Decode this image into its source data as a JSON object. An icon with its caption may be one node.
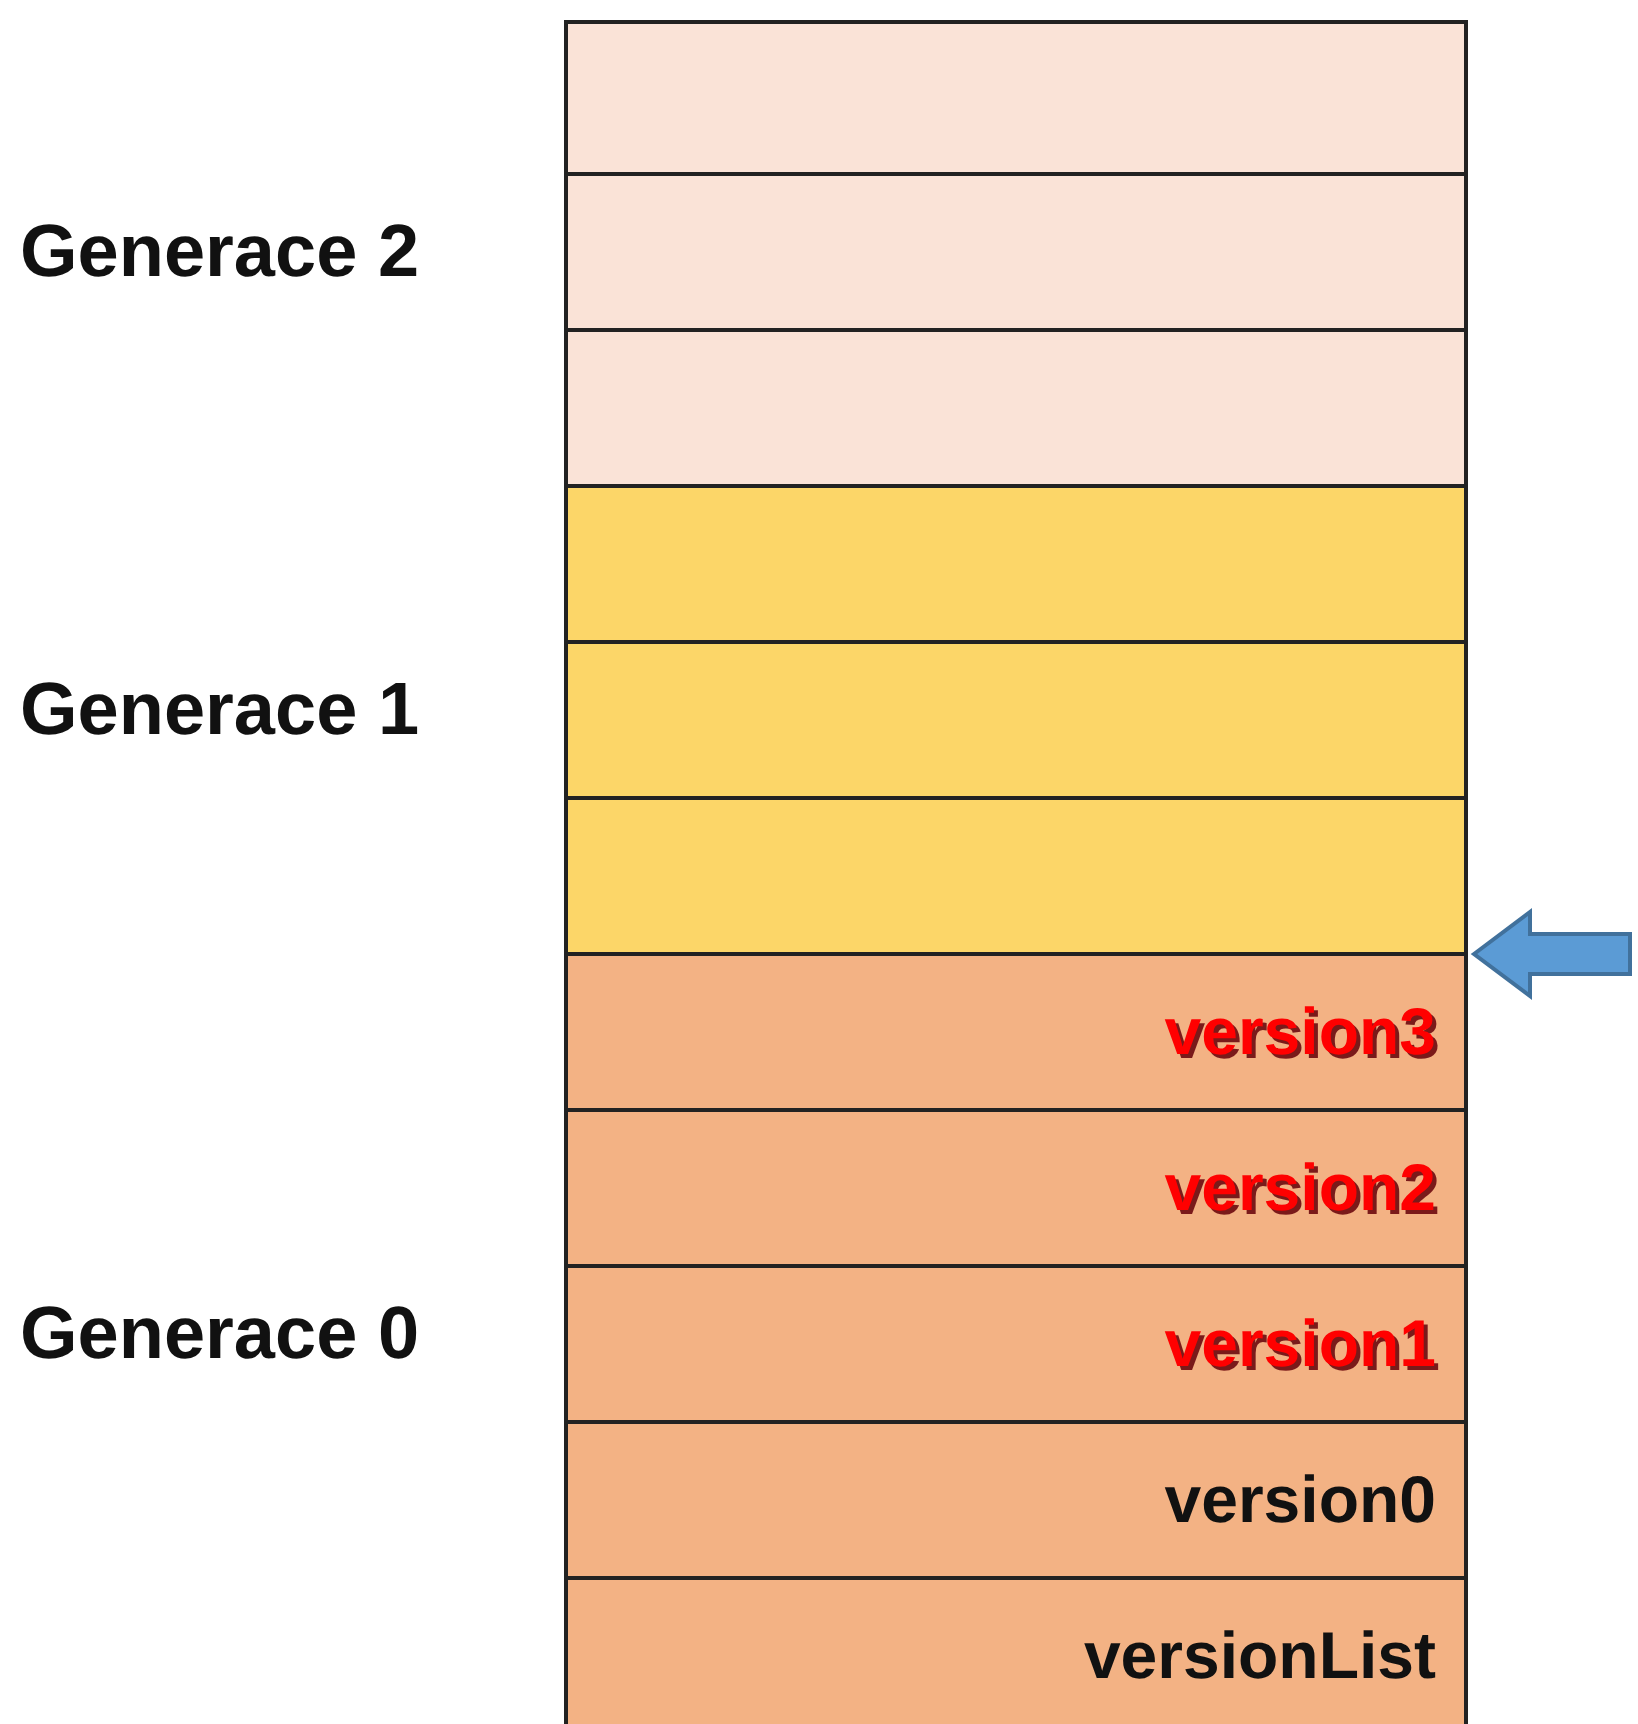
{
  "diagram": {
    "nodes": [
      {
        "text": [],
        "shape": "box"
      },
      {
        "text": [],
        "shape": "box"
      },
      {
        "text": [],
        "shape": "box"
      },
      {
        "text": [],
        "shape": "box"
      },
      {
        "text": [],
        "shape": "box"
      },
      {
        "text": [],
        "shape": "box"
      },
      {
        "text": [
          "version3"
        ]
      },
      {
        "text": [
          "version2"
        ]
      },
      {
        "text": [
          "version1"
        ]
      },
      {
        "text": [
          "version0"
        ]
      },
      {
        "text": [
          "versionList"
        ]
      }
    ],
    "edges": [
      {
        "from": null,
        "to": 6,
        "arrow": "to",
        "color": "#5b9bd5"
      }
    ],
    "labels": [
      "Generace 2",
      "Generace 1",
      "Generace 0"
    ]
  }
}
